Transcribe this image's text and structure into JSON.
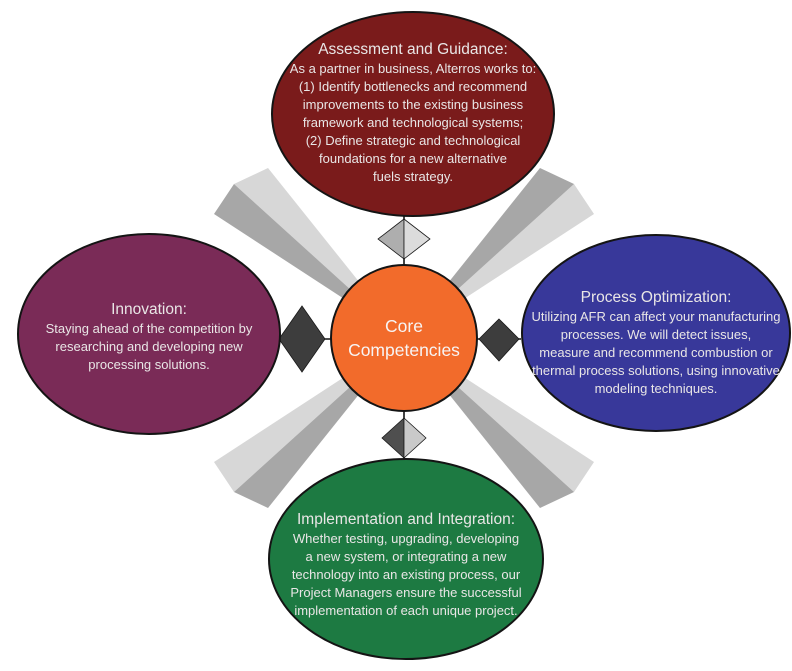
{
  "center": {
    "label": "Core\nCompetencies"
  },
  "nodes": {
    "assessment": {
      "title": "Assessment and Guidance:",
      "body": "As a partner in business, Alterros works to:\n(1) Identify bottlenecks and recommend\nimprovements to the existing business\nframework and technological systems;\n(2) Define strategic and technological\nfoundations for a new alternative\nfuels strategy."
    },
    "innovation": {
      "title": "Innovation:",
      "body": "Staying ahead of the competition by\nresearching and developing new\nprocessing solutions."
    },
    "process": {
      "title": "Process Optimization:",
      "body": "Utilizing AFR can affect your manufacturing\nprocesses. We will detect issues,\nmeasure and recommend combustion or\nthermal process solutions, using innovative\nmodeling techniques."
    },
    "implementation": {
      "title": "Implementation and Integration:",
      "body": "Whether testing, upgrading, developing\na new system, or integrating a new\ntechnology into an existing process, our\nProject Managers ensure the successful\nimplementation of each unique project."
    }
  },
  "colors": {
    "assessment": "#7a1b1b",
    "innovation": "#7a2b57",
    "process": "#38389a",
    "implementation": "#1d7a42",
    "center": "#f26b2b",
    "ribbon_light": "#d7d7d7",
    "ribbon_medium": "#a7a7a7",
    "diamond_dark": "#3d3d3d",
    "diamond_top_left": "#aeaeae",
    "diamond_top_right": "#dcdcdc",
    "diamond_bottom_left": "#4f4f4f",
    "diamond_bottom_right": "#c9c9c9",
    "text": "#e9e6e6"
  }
}
